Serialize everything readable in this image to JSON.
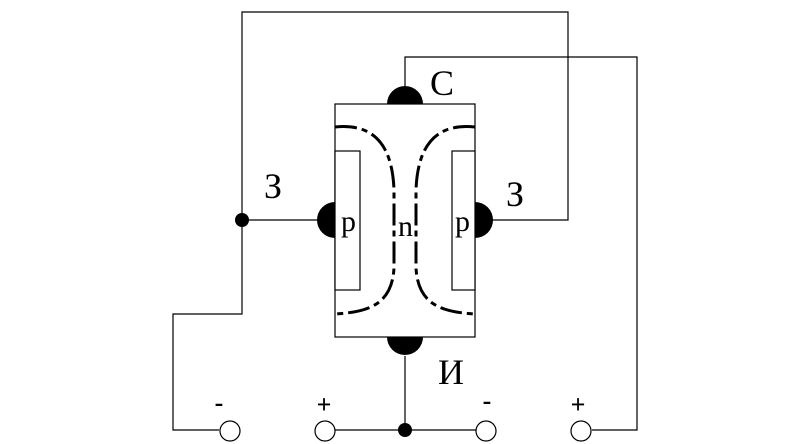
{
  "labels": {
    "drain": "С",
    "gate_left": "З",
    "gate_right": "З",
    "source": "И"
  },
  "regions": {
    "left": "p",
    "center": "n",
    "right": "p"
  },
  "terminals": [
    {
      "sign": "-"
    },
    {
      "sign": "+"
    },
    {
      "sign": "-"
    },
    {
      "sign": "+"
    }
  ],
  "colors": {
    "line": "#000000",
    "background": "#ffffff"
  }
}
